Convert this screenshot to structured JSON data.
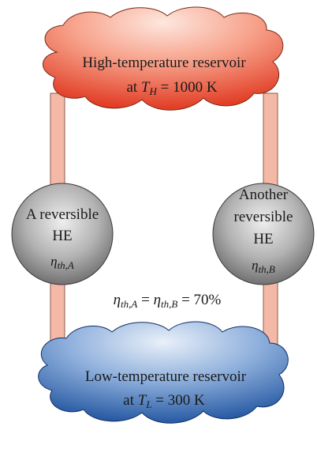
{
  "high_reservoir": {
    "line1": "High-temperature reservoir",
    "line2_prefix": "at ",
    "temp_symbol": "T",
    "temp_subscript": "H",
    "temp_value": " = 1000 K",
    "color_light": "#fbe0d4",
    "color_dark": "#e8412a"
  },
  "low_reservoir": {
    "line1": "Low-temperature reservoir",
    "line2_prefix": "at ",
    "temp_symbol": "T",
    "temp_subscript": "L",
    "temp_value": " = 300 K",
    "color_light": "#dbe7f5",
    "color_dark": "#1f56a3"
  },
  "engine_a": {
    "line1": "A reversible",
    "line2": "HE",
    "eta_symbol": "η",
    "eta_subscript": "th,A"
  },
  "engine_b": {
    "line1": "Another",
    "line2": "reversible",
    "line3": "HE",
    "eta_symbol": "η",
    "eta_subscript": "th,B"
  },
  "efficiency_relation": {
    "eta1": "η",
    "sub1": "th,A",
    "eq1": " = ",
    "eta2": "η",
    "sub2": "th,B",
    "eq2": " = 70%"
  },
  "colors": {
    "connector_fill": "#f4b9a6",
    "connector_stroke": "#8a5a4a",
    "engine_light": "#e6e6e6",
    "engine_dark": "#6e6e6e"
  }
}
